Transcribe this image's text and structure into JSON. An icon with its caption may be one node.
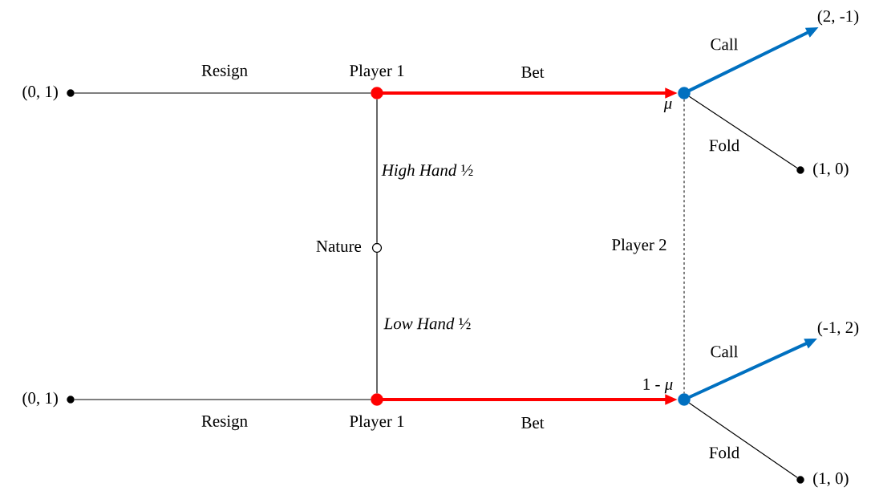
{
  "diagram": {
    "nodes": [
      {
        "text": [],
        "shape": "circle",
        "beside": [
          "(0, 1)"
        ]
      },
      {
        "text": [],
        "shape": "circle",
        "beside": [
          "Player 1"
        ]
      },
      {
        "text": [],
        "shape": "circle",
        "beside": [
          "Nature"
        ]
      },
      {
        "text": [],
        "shape": "circle",
        "beside": [
          "Player 1"
        ]
      },
      {
        "text": [],
        "shape": "circle",
        "beside": [
          "(0, 1)"
        ]
      },
      {
        "text": [],
        "shape": "circle",
        "beside": [
          "μ"
        ]
      },
      {
        "text": [
          "(2, -1)"
        ]
      },
      {
        "text": [],
        "shape": "circle",
        "beside": [
          "(1, 0)"
        ]
      },
      {
        "text": [],
        "shape": "circle",
        "beside": [
          "1 - *μ*"
        ]
      },
      {
        "text": [
          "(-1, 2)"
        ]
      },
      {
        "text": [],
        "shape": "circle",
        "beside": [
          "(1, 0)"
        ]
      }
    ],
    "edges": [
      {
        "from": 1,
        "to": 0,
        "arrow": "none",
        "label": "Resign"
      },
      {
        "from": 1,
        "to": 5,
        "arrow": "to",
        "label": "Bet",
        "style": "thick",
        "color": "#ff0000"
      },
      {
        "from": 2,
        "to": 1,
        "arrow": "none",
        "label": "*High Hand* ½"
      },
      {
        "from": 2,
        "to": 3,
        "arrow": "none",
        "label": "*Low Hand* ½"
      },
      {
        "from": 3,
        "to": 4,
        "arrow": "none",
        "label": "Resign"
      },
      {
        "from": 3,
        "to": 8,
        "arrow": "to",
        "label": "Bet",
        "style": "thick",
        "color": "#ff0000"
      },
      {
        "from": 5,
        "to": 6,
        "arrow": "to",
        "label": "Call",
        "style": "thick",
        "color": "#0070c0"
      },
      {
        "from": 5,
        "to": 7,
        "arrow": "none",
        "label": "Fold"
      },
      {
        "from": 8,
        "to": 9,
        "arrow": "to",
        "label": "Call",
        "style": "thick",
        "color": "#0070c0"
      },
      {
        "from": 8,
        "to": 10,
        "arrow": "none",
        "label": "Fold"
      },
      {
        "from": 5,
        "to": 8,
        "arrow": "none",
        "label": "Player 2",
        "style": "dashed"
      }
    ]
  }
}
